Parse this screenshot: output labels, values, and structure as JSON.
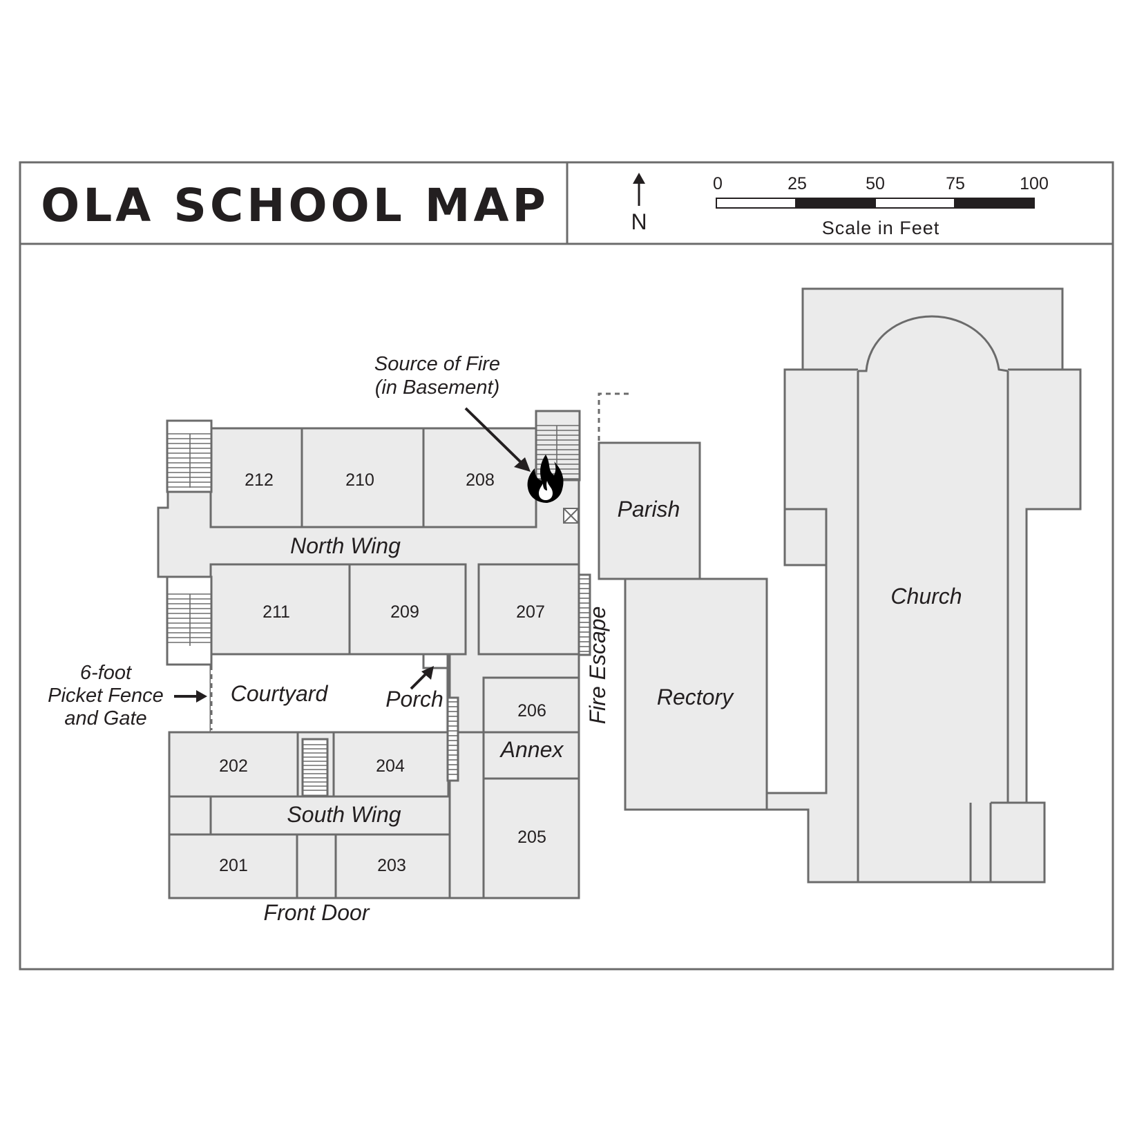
{
  "map": {
    "title": "OLA SCHOOL MAP",
    "north_label": "N",
    "scale": {
      "ticks": [
        "0",
        "25",
        "50",
        "75",
        "100"
      ],
      "caption": "Scale in Feet",
      "unit": "feet",
      "max": 100
    },
    "rooms": {
      "r212": "212",
      "r210": "210",
      "r208": "208",
      "r211": "211",
      "r209": "209",
      "r207": "207",
      "r206": "206",
      "r205": "205",
      "r202": "202",
      "r204": "204",
      "r201": "201",
      "r203": "203"
    },
    "areas": {
      "north_wing": "North Wing",
      "south_wing": "South Wing",
      "courtyard": "Courtyard",
      "porch": "Porch",
      "annex": "Annex",
      "front_door": "Front Door",
      "fire_escape": "Fire Escape",
      "parish": "Parish",
      "rectory": "Rectory",
      "church": "Church"
    },
    "annotations": {
      "fire_source_line1": "Source of Fire",
      "fire_source_line2": "(in Basement)",
      "fence_line1": "6-foot",
      "fence_line2": "Picket Fence",
      "fence_line3": "and Gate"
    },
    "icons": {
      "fire": "fire-icon",
      "north_arrow": "north-arrow-icon"
    },
    "colors": {
      "building_fill": "#ebebeb",
      "outline": "#6b6b6b",
      "text": "#231f20"
    }
  }
}
